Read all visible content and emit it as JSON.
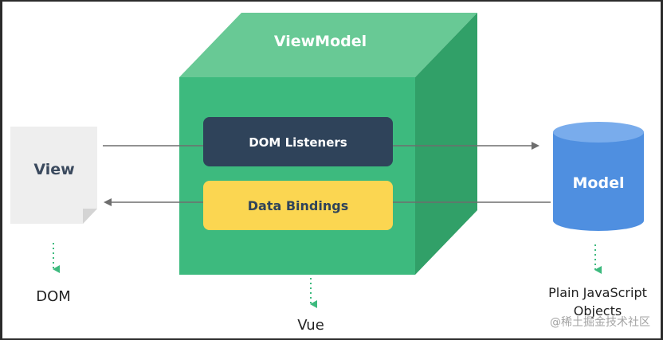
{
  "diagram": {
    "viewmodel_label": "ViewModel",
    "view_label": "View",
    "model_label": "Model",
    "dom_listeners_label": "DOM Listeners",
    "data_bindings_label": "Data Bindings",
    "dom_label": "DOM",
    "vue_label": "Vue",
    "plain_js_line1": "Plain JavaScript",
    "plain_js_line2": "Objects",
    "watermark": "@稀土掘金技术社区"
  },
  "colors": {
    "cube_front": "#3dba7e",
    "cube_top": "#68c995",
    "cube_side": "#31a068",
    "listeners_box": "#2f435a",
    "bindings_box": "#fbd651",
    "model_cylinder": "#4f8fe0",
    "model_cylinder_top": "#79acec",
    "view_page": "#eeeeee",
    "arrow": "#6e6e6e",
    "dotted_arrow": "#3dba7e"
  }
}
